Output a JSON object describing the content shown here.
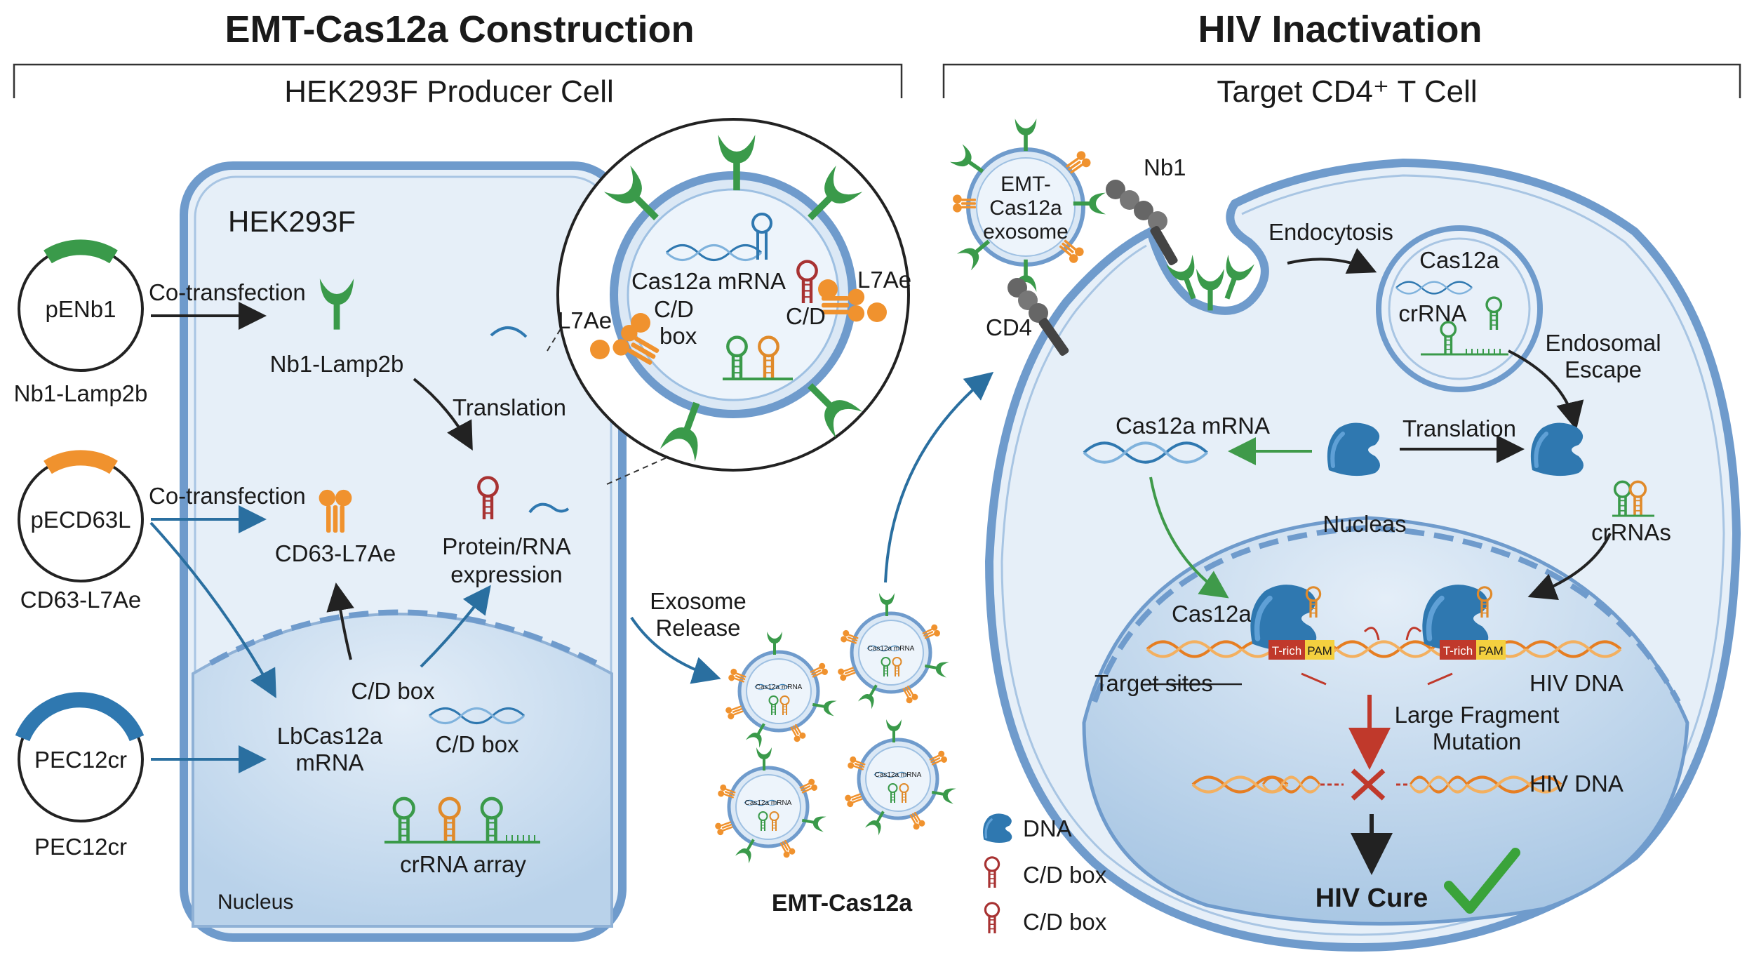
{
  "titles": {
    "left": "EMT-Cas12a Construction",
    "left_sub": "HEK293F Producer Cell",
    "right": "HIV Inactivation",
    "right_sub": "Target CD4⁺ T Cell"
  },
  "plasmids": [
    {
      "name": "pENb1",
      "product": "Nb1-Lamp2b",
      "color": "#3a9a4a"
    },
    {
      "name": "pECD63L",
      "product": "CD63-L7Ae",
      "color": "#f0922e"
    },
    {
      "name": "PEC12cr",
      "product": "PEC12cr",
      "color": "#2f78b0"
    }
  ],
  "producer": {
    "cell_label": "HEK293F",
    "co_transfection_1": "Co-transfection",
    "co_transfection_2": "Co-transfection",
    "nb1_lamp2b": "Nb1-Lamp2b",
    "translation": "Translation",
    "protein_rna_1": "Protein/RNA",
    "protein_rna_2": "expression",
    "cd63_l7ae": "CD63-L7Ae",
    "cd_box_a": "C/D box",
    "cd_box_b": "C/D box",
    "lbcas12a_1": "LbCas12a",
    "lbcas12a_2": "mRNA",
    "crrna_array": "crRNA array",
    "nucleus": "Nucleus"
  },
  "zoom": {
    "cas12a_mrna": "Cas12a mRNA",
    "l7ae_left": "L7Ae",
    "l7ae_right": "L7Ae",
    "cd_left_1": "C/D",
    "cd_left_2": "box",
    "cd_right": "C/D"
  },
  "release": {
    "exosome_release_1": "Exosome",
    "exosome_release_2": "Release",
    "mini_label": "Cas12a mRNA",
    "product": "EMT-Cas12a"
  },
  "target": {
    "exosome_1": "EMT-",
    "exosome_2": "Cas12a",
    "exosome_3": "exosome",
    "nb1": "Nb1",
    "cd4": "CD4",
    "endocytosis": "Endocytosis",
    "endo_cas12a": "Cas12a",
    "endo_crrna": "crRNA",
    "escape_1": "Endosomal",
    "escape_2": "Escape",
    "cas12a_mrna": "Cas12a mRNA",
    "translation": "Translation",
    "crrnas": "crRNAs",
    "nucleas": "Nucleas",
    "cas12a": "Cas12a",
    "target_sites": "Target sites",
    "t_rich_1": "T-rich",
    "pam_1": "PAM",
    "t_rich_2": "T-rich",
    "pam_2": "PAM",
    "hiv_dna_1": "HIV DNA",
    "large_fragment_1": "Large Fragment",
    "large_fragment_2": "Mutation",
    "hiv_dna_2": "HIV DNA",
    "hiv_cure": "HIV Cure"
  },
  "legend": [
    {
      "label": "DNA"
    },
    {
      "label": "C/D box"
    },
    {
      "label": "C/D box"
    }
  ],
  "colors": {
    "membrane": "#6f9bcc",
    "cell_fill": "#e6eff8",
    "nucleus_fill": "#cddff1",
    "nb1_green": "#3a9a4a",
    "cd63_orange": "#f0922e",
    "cas12a_blue": "#2f78b0",
    "dna_orange": "#e67e22",
    "arrow_dark": "#222222",
    "arrow_blue": "#2a6fa0",
    "red": "#c0392b",
    "check_green": "#3aa33a"
  }
}
